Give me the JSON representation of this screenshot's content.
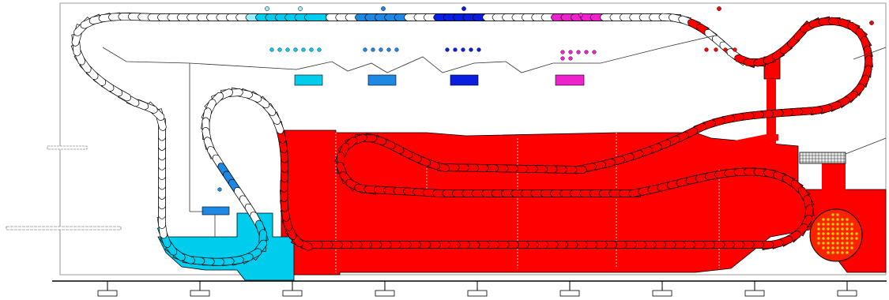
{
  "diagram": {
    "type": "conveyor-process-layout",
    "colors": {
      "outline": "#000000",
      "line": "#333333",
      "cyan": "#00ccee",
      "cyan_light": "#99eeff",
      "blue": "#1e88e5",
      "navy": "#0a1ee0",
      "magenta": "#ee22cc",
      "red": "#ff0000",
      "white": "#ffffff"
    },
    "stations": [
      {
        "id": "cyan-station",
        "color": "cyan"
      },
      {
        "id": "blue-station",
        "color": "blue"
      },
      {
        "id": "navy-station",
        "color": "navy"
      },
      {
        "id": "magenta-station",
        "color": "magenta"
      }
    ],
    "zones": [
      {
        "id": "pretreatment-zone",
        "color": "cyan"
      },
      {
        "id": "oven-zone",
        "color": "red"
      }
    ],
    "legend_bars": [
      {
        "id": "legend-bar-upper"
      },
      {
        "id": "legend-bar-lower"
      }
    ],
    "support_legs": 9
  }
}
